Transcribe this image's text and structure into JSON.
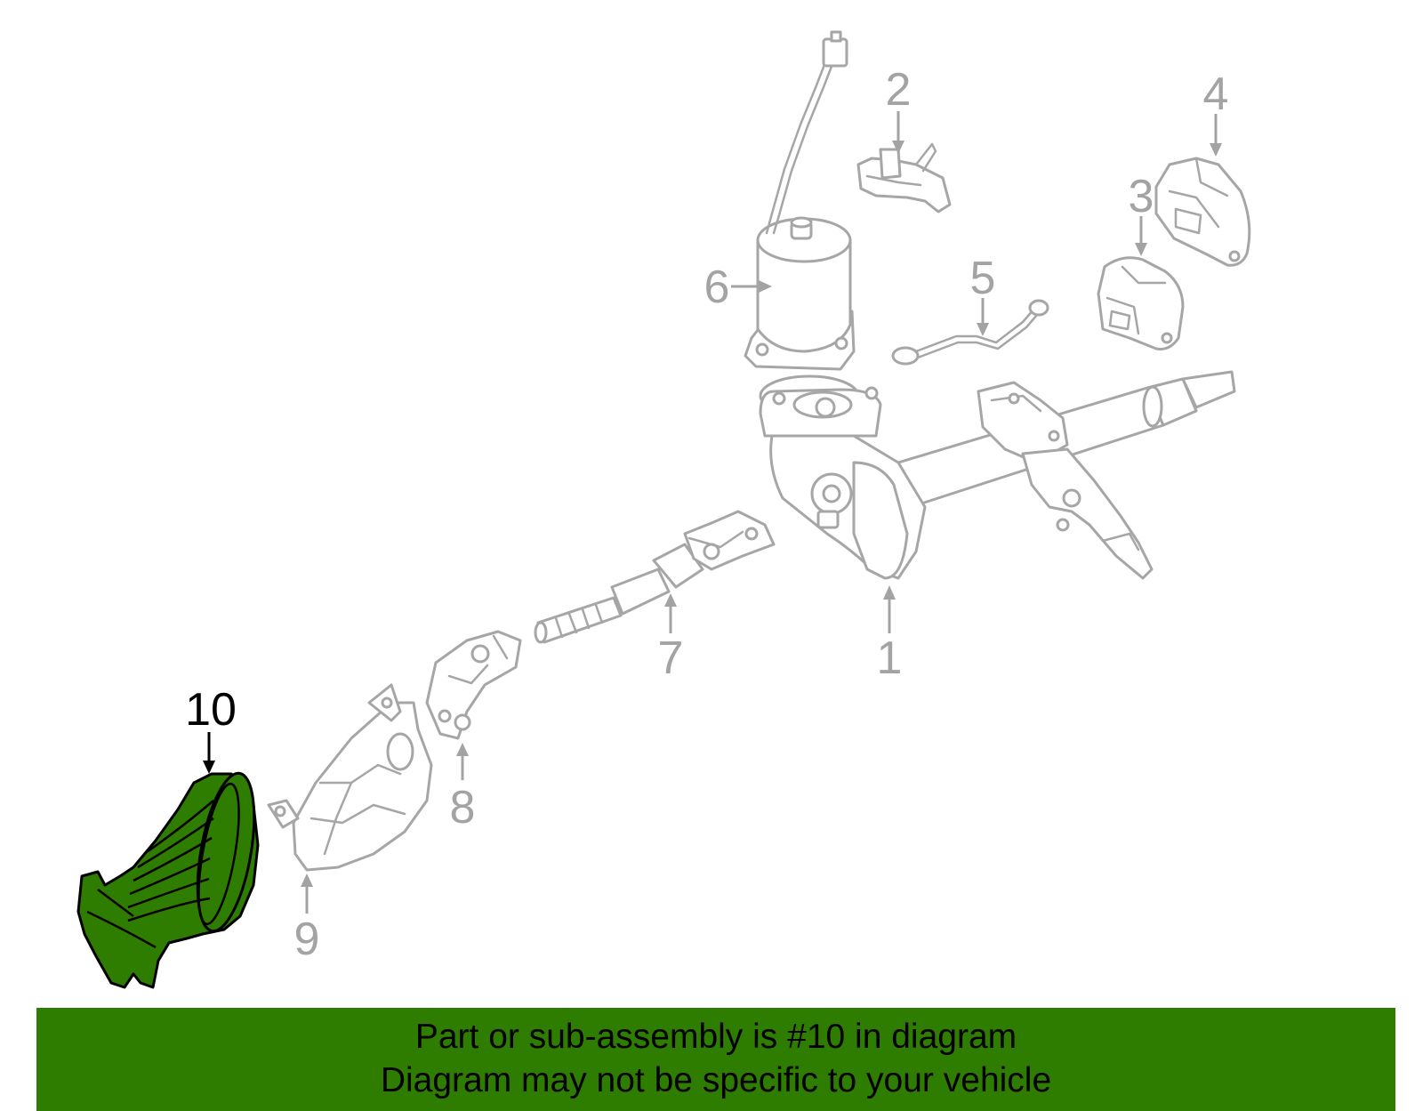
{
  "diagram": {
    "callouts": [
      {
        "id": "1",
        "label": "1",
        "highlighted": false
      },
      {
        "id": "2",
        "label": "2",
        "highlighted": false
      },
      {
        "id": "3",
        "label": "3",
        "highlighted": false
      },
      {
        "id": "4",
        "label": "4",
        "highlighted": false
      },
      {
        "id": "5",
        "label": "5",
        "highlighted": false
      },
      {
        "id": "6",
        "label": "6",
        "highlighted": false
      },
      {
        "id": "7",
        "label": "7",
        "highlighted": false
      },
      {
        "id": "8",
        "label": "8",
        "highlighted": false
      },
      {
        "id": "9",
        "label": "9",
        "highlighted": false
      },
      {
        "id": "10",
        "label": "10",
        "highlighted": true
      }
    ],
    "colors": {
      "highlight": "#2e7d00",
      "line_art": "#a6a6a6",
      "callout_gray": "#a3a3a3",
      "callout_highlight": "#000000"
    }
  },
  "banner": {
    "line1": "Part or sub-assembly is #10 in diagram",
    "line2": "Diagram may not be specific to your vehicle"
  }
}
